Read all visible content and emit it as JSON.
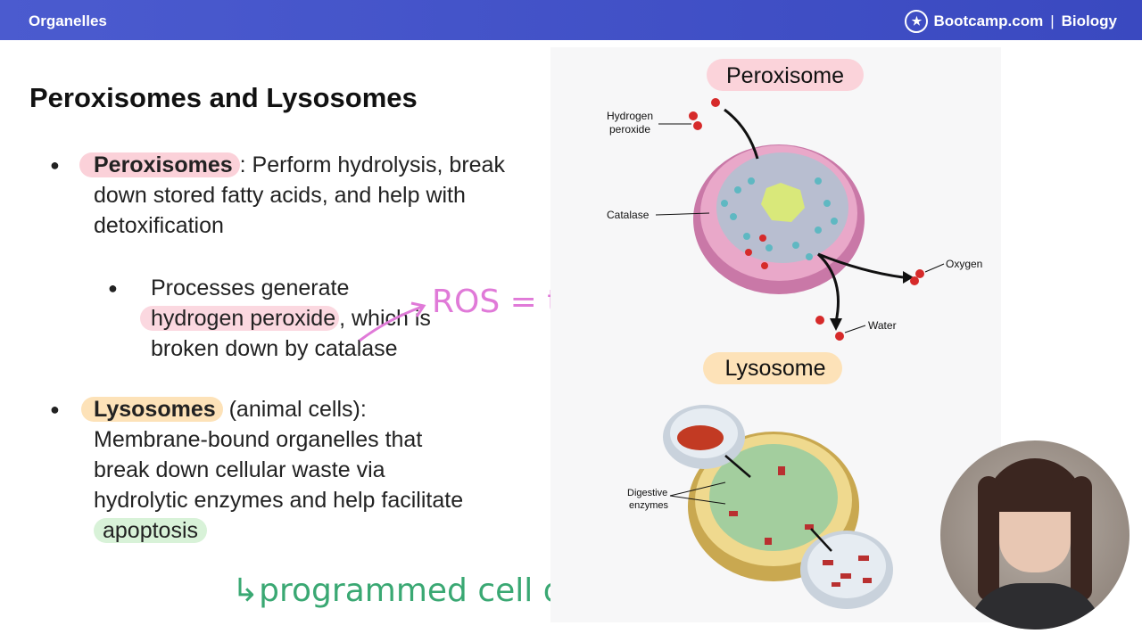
{
  "header": {
    "section": "Organelles",
    "brand": "Bootcamp.com",
    "subject": "Biology"
  },
  "slide": {
    "title": "Peroxisomes and Lysosomes",
    "bullet1": {
      "term": "Peroxisomes",
      "text": ": Perform hydrolysis, break down stored fatty acids, and help with detoxification",
      "sub": {
        "pre": "Processes generate ",
        "highlight": "hydrogen peroxide",
        "post": ", which is broken down by catalase"
      }
    },
    "bullet2": {
      "term": "Lysosomes",
      "text1": " (animal cells): Membrane-bound organelles that break down cellular waste via hydrolytic enzymes and help facilitate ",
      "highlight": "apoptosis"
    }
  },
  "annotations": {
    "ros": "ROS = toxic",
    "apoptosis_note": "↳programmed cell death"
  },
  "figure": {
    "peroxisome_title": "Peroxisome",
    "hydrogen_label": "Hydrogen\nperoxide",
    "catalase_label": "Catalase",
    "oxygen_label": "Oxygen",
    "water_label": "Water",
    "lysosome_title": "Lysosome",
    "digestive_label": "Digestive\nenzymes"
  },
  "colors": {
    "topbar": "#4350c8",
    "pink_highlight": "#fbd1d9",
    "orange_highlight": "#fde2b8",
    "green_highlight": "#d8f2d8",
    "ros_ink": "#e07ad8",
    "note_ink": "#3aa873"
  },
  "icons": [
    "star-logo-icon"
  ]
}
